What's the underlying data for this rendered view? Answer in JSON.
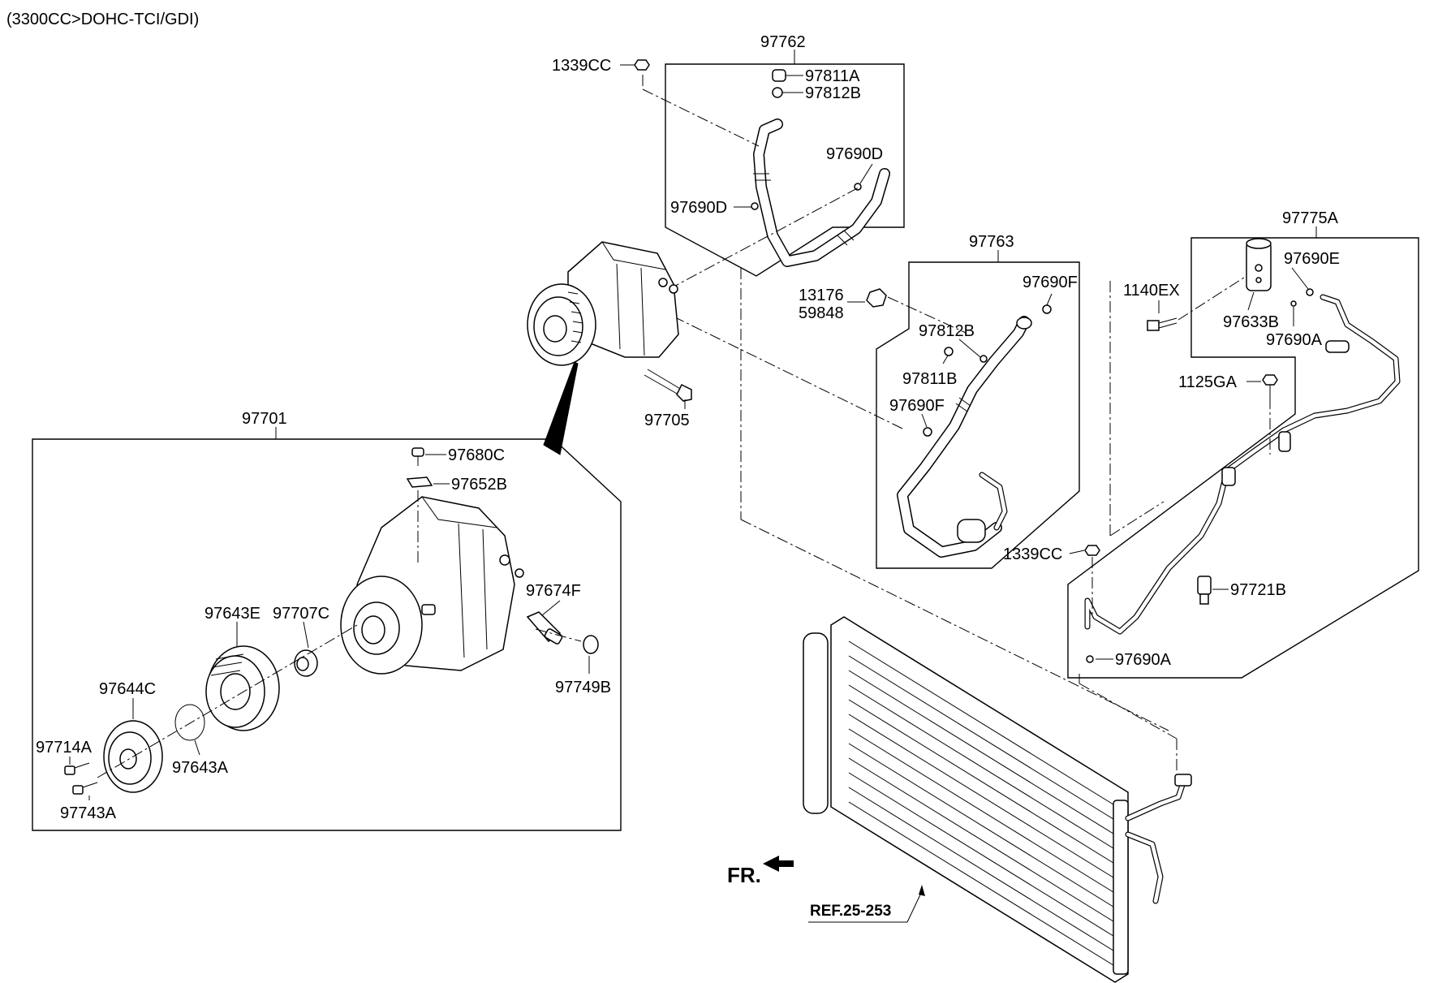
{
  "header": {
    "engine": "(3300CC>DOHC-TCI/GDI)"
  },
  "labels": {
    "g97762": "97762",
    "p1339CC_top": "1339CC",
    "p97811A": "97811A",
    "p97812B_top": "97812B",
    "p97690D_r": "97690D",
    "p97690D_l": "97690D",
    "g97763": "97763",
    "p13176": "13176",
    "p59848": "59848",
    "p97690F_top": "97690F",
    "p97812B_mid": "97812B",
    "p97811B": "97811B",
    "p97690F_mid": "97690F",
    "g97775A": "97775A",
    "p1140EX": "1140EX",
    "p97690E": "97690E",
    "p97633B": "97633B",
    "p97690A_top": "97690A",
    "p1125GA": "1125GA",
    "p1339CC_right": "1339CC",
    "p97721B": "97721B",
    "p97690A_bot": "97690A",
    "p97705": "97705",
    "g97701": "97701",
    "p97680C": "97680C",
    "p97652B": "97652B",
    "p97674F": "97674F",
    "p97643E": "97643E",
    "p97707C": "97707C",
    "p97749B": "97749B",
    "p97644C": "97644C",
    "p97714A": "97714A",
    "p97643A": "97643A",
    "p97743A": "97743A",
    "front": "FR.",
    "reference": "REF.25-253"
  },
  "icons": [
    "compressor-icon",
    "hose-icon",
    "condenser-icon",
    "bolt-icon",
    "o-ring-icon",
    "pulley-icon",
    "clutch-plate-icon",
    "pressure-sensor-icon",
    "direction-arrow-icon",
    "expansion-valve-icon"
  ]
}
